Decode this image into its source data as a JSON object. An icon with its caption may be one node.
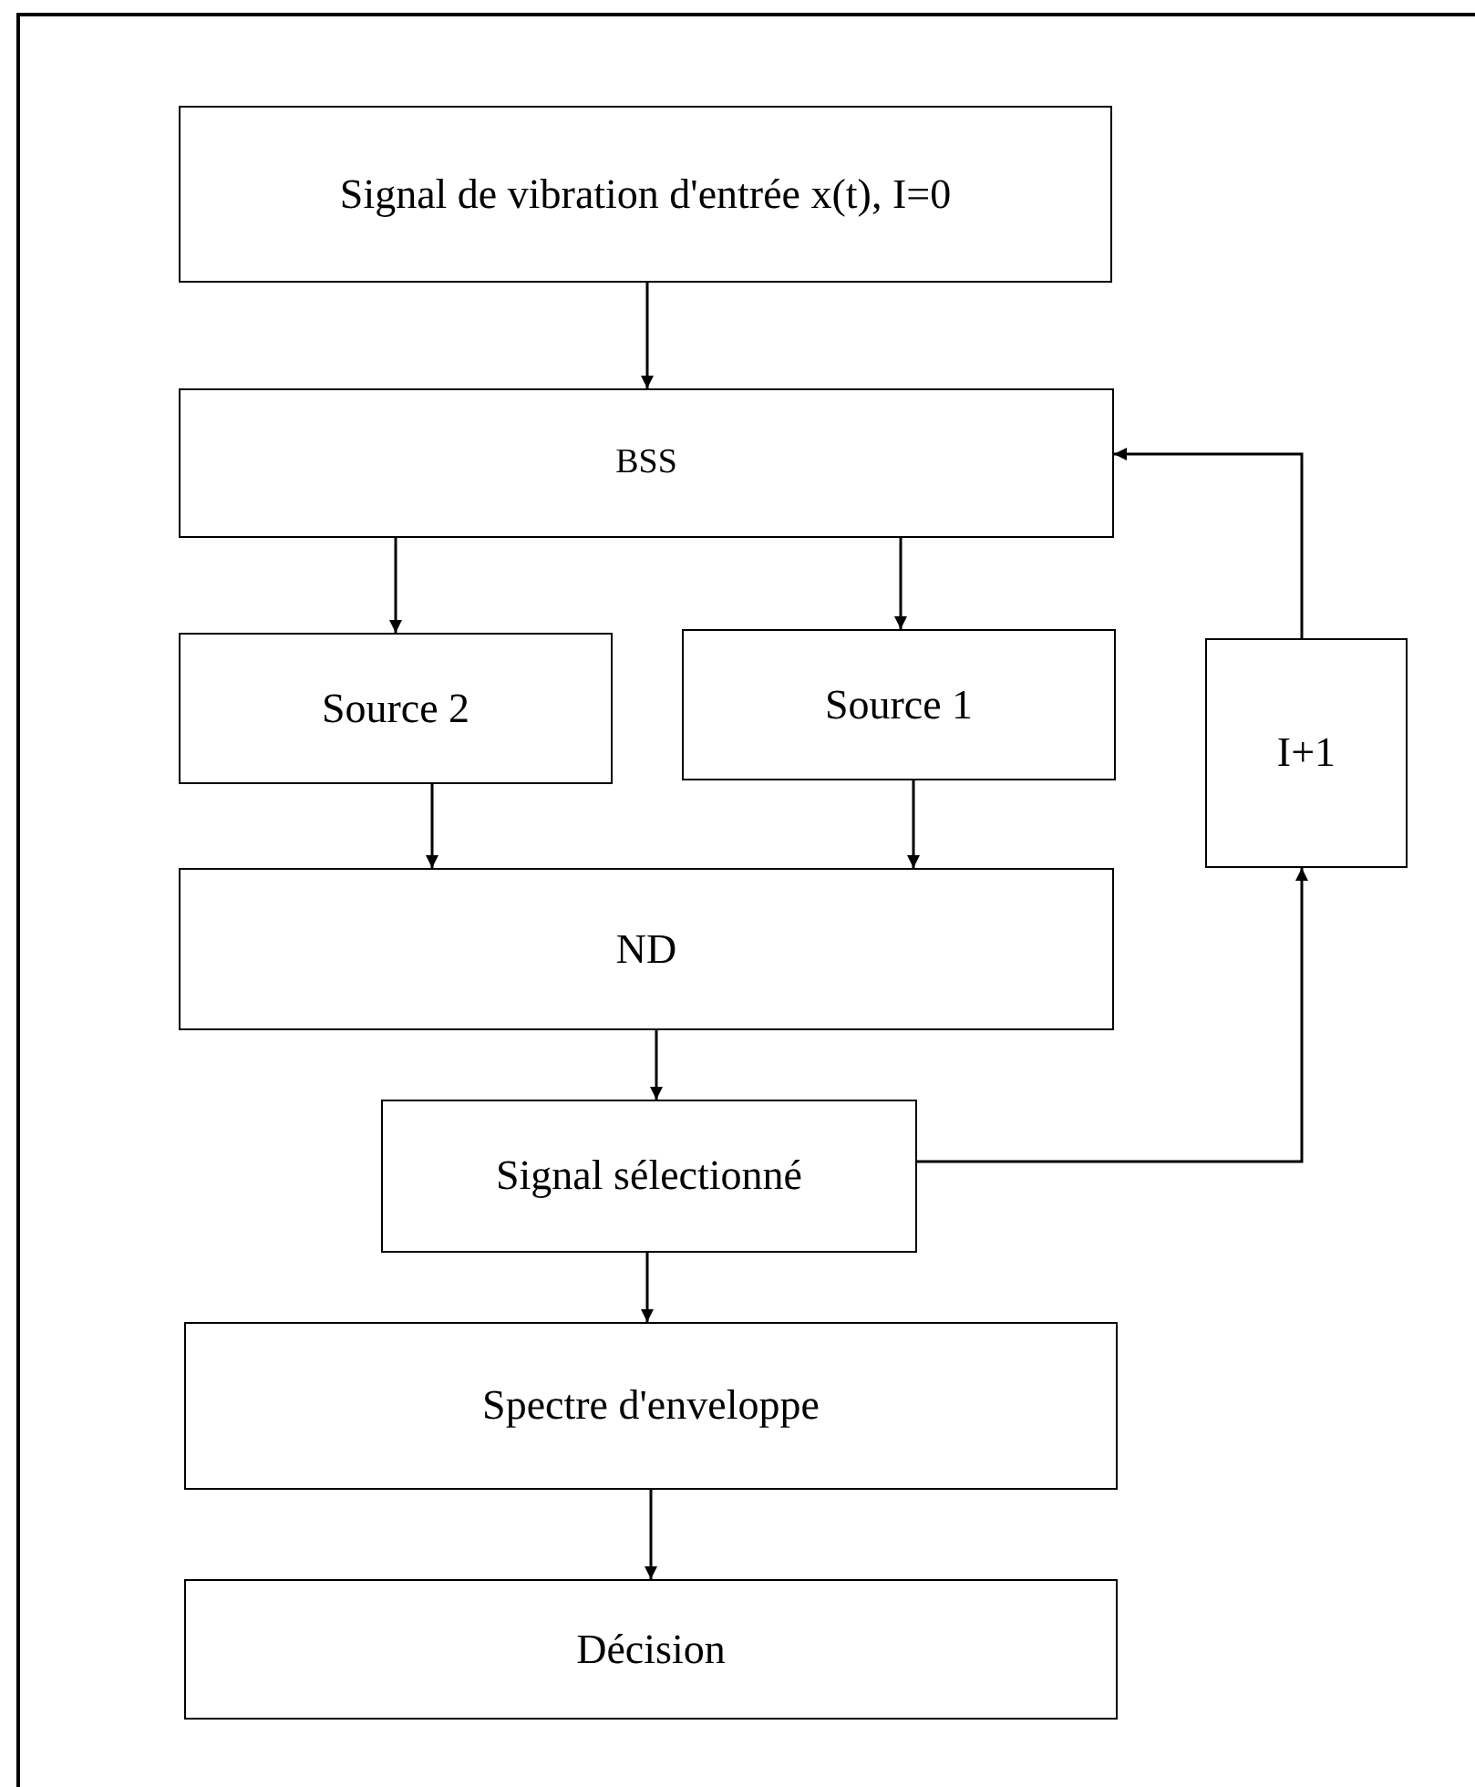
{
  "diagram": {
    "nodes": [
      {
        "text": [
          "Signal de vibration d'entrée x(t), I=0"
        ]
      },
      {
        "text": [
          "BSS"
        ]
      },
      {
        "text": [
          "Source 2"
        ]
      },
      {
        "text": [
          "Source 1"
        ]
      },
      {
        "text": [
          "I+1"
        ]
      },
      {
        "text": [
          "ND"
        ]
      },
      {
        "text": [
          "Signal sélectionné"
        ]
      },
      {
        "text": [
          "Spectre d'enveloppe"
        ]
      },
      {
        "text": [
          "Décision"
        ]
      }
    ],
    "edges": [
      {
        "from": 0,
        "to": 1,
        "arrow": "to"
      },
      {
        "from": 1,
        "to": 2,
        "arrow": "to"
      },
      {
        "from": 1,
        "to": 3,
        "arrow": "to"
      },
      {
        "from": 2,
        "to": 5,
        "arrow": "to"
      },
      {
        "from": 3,
        "to": 5,
        "arrow": "to"
      },
      {
        "from": 5,
        "to": 6,
        "arrow": "to"
      },
      {
        "from": 6,
        "to": 4,
        "arrow": "to"
      },
      {
        "from": 4,
        "to": 1,
        "arrow": "to"
      },
      {
        "from": 6,
        "to": 7,
        "arrow": "to"
      },
      {
        "from": 7,
        "to": 8,
        "arrow": "to"
      }
    ]
  }
}
